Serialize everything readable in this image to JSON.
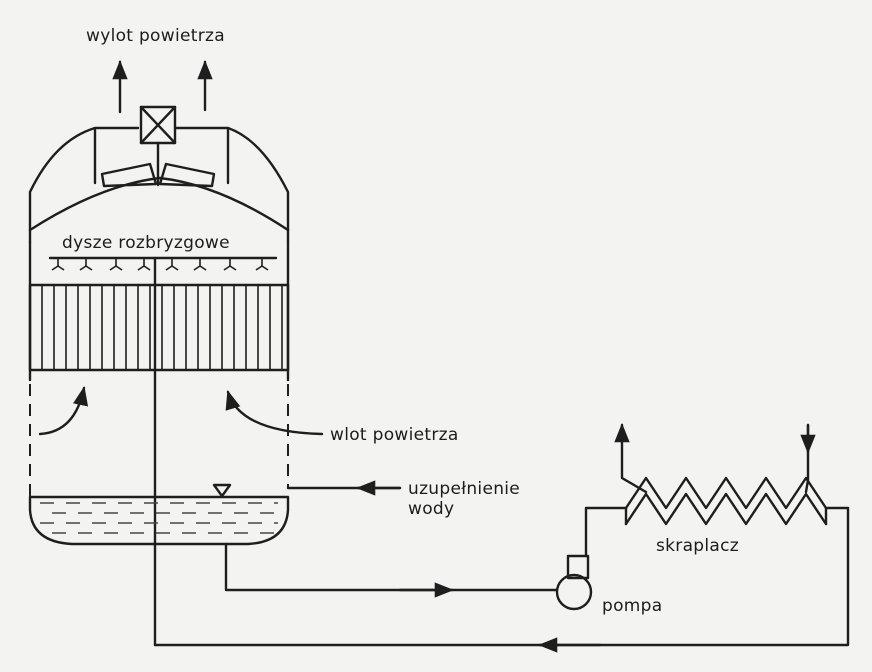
{
  "labels": {
    "air_outlet": "wylot powietrza",
    "spray_nozzles": "dysze rozbryzgowe",
    "air_inlet": "wlot powietrza",
    "makeup_water_line1": "uzupełnienie",
    "makeup_water_line2": "wody",
    "condenser": "skraplacz",
    "pump": "pompa"
  },
  "colors": {
    "line": "#1e1e1e",
    "background": "#f3f3f1"
  }
}
